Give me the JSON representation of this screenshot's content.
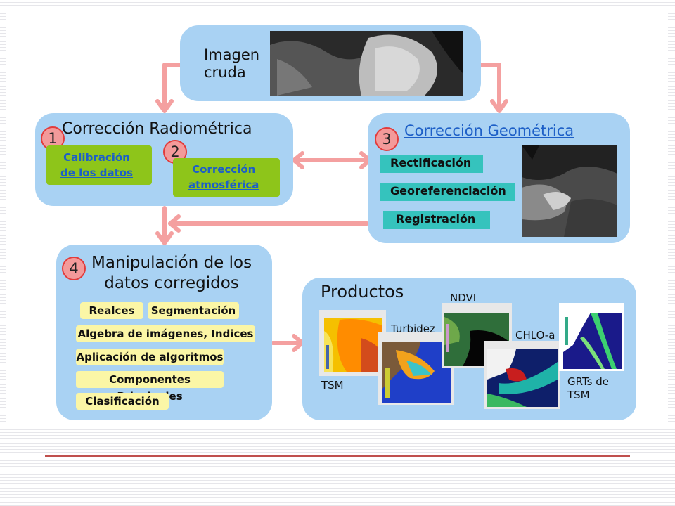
{
  "raw": {
    "label": "Imagen\ncruda"
  },
  "radiometric": {
    "title": "Corrección Radiométrica",
    "num1": "1",
    "num2": "2",
    "calibration": "Calibración\nde los datos",
    "atmospheric": "Corrección\natmosférica"
  },
  "geometric": {
    "num": "3",
    "title": "Corrección Geométrica",
    "items": [
      "Rectificación",
      "Georeferenciación",
      "Registración"
    ]
  },
  "manipulation": {
    "num": "4",
    "title": "Manipulación de los\ndatos corregidos",
    "items": [
      "Realces",
      "Segmentación",
      "Algebra de imágenes, Indices",
      "Aplicación de algoritmos",
      "Componentes Principales",
      "Clasificación"
    ]
  },
  "products": {
    "title": "Productos",
    "labels": [
      "TSM",
      "Turbidez",
      "NDVI",
      "CHLO-a",
      "GRTs de\nTSM"
    ]
  },
  "colors": {
    "box": "#a9d2f3",
    "arrow": "#f4a0a0",
    "green": "#8ec51a",
    "teal": "#35c3bd",
    "yellow": "#fbf6a6",
    "link": "#1d5fc7"
  }
}
